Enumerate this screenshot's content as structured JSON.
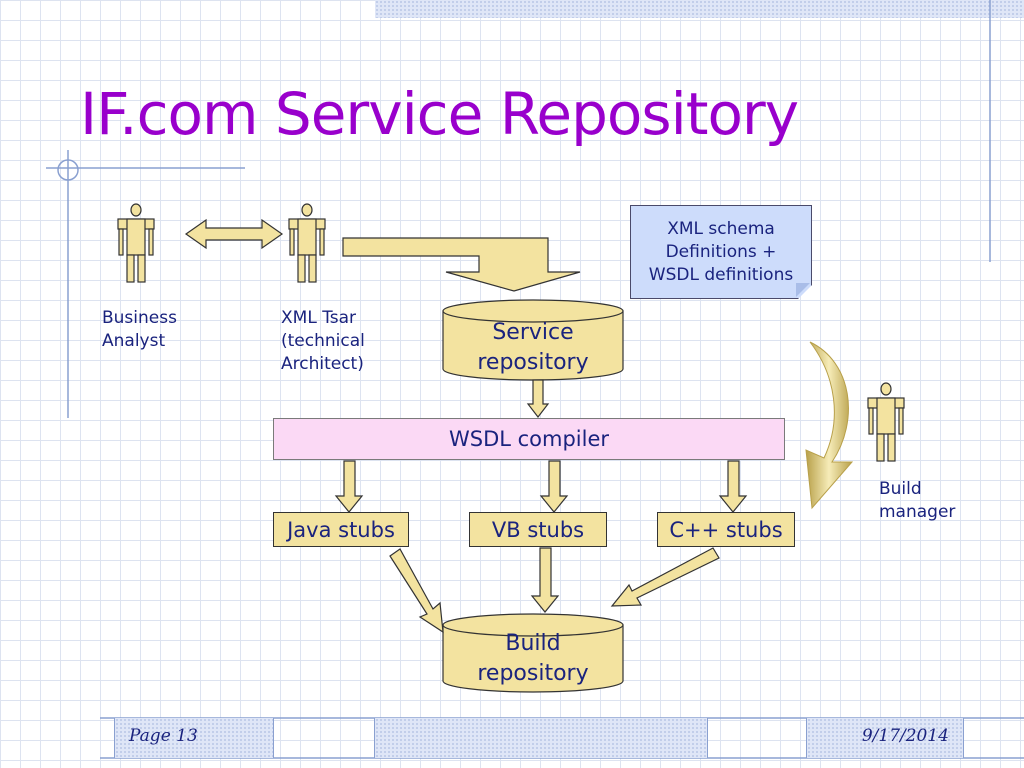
{
  "title": "IF.com Service Repository",
  "actors": {
    "business_analyst": [
      "Business",
      "Analyst"
    ],
    "xml_tsar": [
      "XML Tsar",
      "(technical",
      "Architect)"
    ],
    "build_manager": [
      "Build",
      "manager"
    ]
  },
  "note": [
    "XML schema",
    "Definitions +",
    "WSDL definitions"
  ],
  "service_repository": [
    "Service",
    "repository"
  ],
  "wsdl_compiler": "WSDL compiler",
  "stubs": [
    "Java stubs",
    "VB stubs",
    "C++ stubs"
  ],
  "build_repository": [
    "Build",
    "repository"
  ],
  "footer": {
    "page": "Page 13",
    "date": "9/17/2014"
  },
  "colors": {
    "title": "#9900cc",
    "text": "#1a237e",
    "actor_fill": "#f3e3a0",
    "compiler_fill": "#fbd9f5",
    "note_fill": "#cddcfb"
  }
}
